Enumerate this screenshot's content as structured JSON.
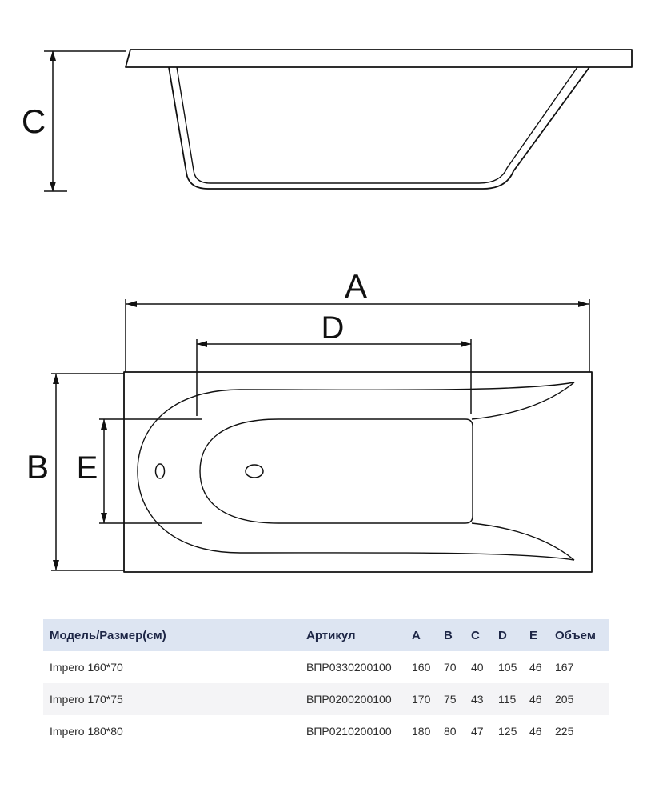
{
  "diagram": {
    "labels": {
      "A": "A",
      "B": "B",
      "C": "C",
      "D": "D",
      "E": "E"
    }
  },
  "table": {
    "headers": {
      "model": "Модель/Размер(см)",
      "sku": "Артикул",
      "a": "A",
      "b": "B",
      "c": "C",
      "d": "D",
      "e": "E",
      "volume": "Объем"
    },
    "rows": [
      {
        "model": "Impero 160*70",
        "sku": "ВПР0330200100",
        "a": "160",
        "b": "70",
        "c": "40",
        "d": "105",
        "e": "46",
        "volume": "167"
      },
      {
        "model": "Impero 170*75",
        "sku": "ВПР0200200100",
        "a": "170",
        "b": "75",
        "c": "43",
        "d": "115",
        "e": "46",
        "volume": "205"
      },
      {
        "model": "Impero 180*80",
        "sku": "ВПР0210200100",
        "a": "180",
        "b": "80",
        "c": "47",
        "d": "125",
        "e": "46",
        "volume": "225"
      }
    ],
    "colors": {
      "header_bg": "#dde5f2",
      "alt_row_bg": "#f4f4f6",
      "line": "#111111"
    }
  }
}
